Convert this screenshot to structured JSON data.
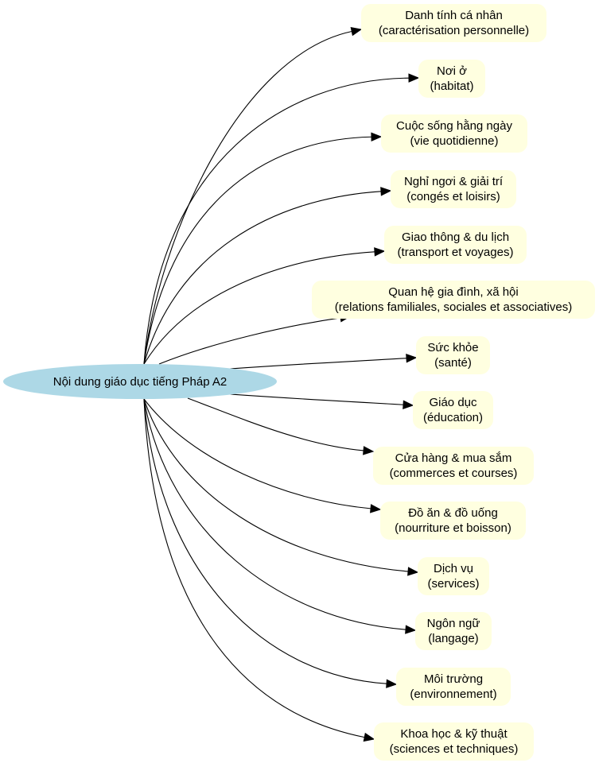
{
  "diagram": {
    "root": {
      "label": "Nội dung giáo dục tiếng Pháp A2",
      "color": "#add8e6"
    },
    "topic_color": "#ffffe0",
    "topics": [
      {
        "line1": "Danh tính cá nhân",
        "line2": "(caractérisation personnelle)"
      },
      {
        "line1": "Nơi ở",
        "line2": "(habitat)"
      },
      {
        "line1": "Cuộc sống hằng ngày",
        "line2": "(vie quotidienne)"
      },
      {
        "line1": "Nghỉ ngơi & giải trí",
        "line2": "(congés et loisirs)"
      },
      {
        "line1": "Giao thông & du lịch",
        "line2": "(transport et voyages)"
      },
      {
        "line1": "Quan hệ gia đình, xã hội",
        "line2": "(relations familiales, sociales et associatives)"
      },
      {
        "line1": "Sức khỏe",
        "line2": "(santé)"
      },
      {
        "line1": "Giáo dục",
        "line2": "(éducation)"
      },
      {
        "line1": "Cửa hàng & mua sắm",
        "line2": "(commerces et courses)"
      },
      {
        "line1": "Đồ ăn & đồ uống",
        "line2": "(nourriture et boisson)"
      },
      {
        "line1": "Dịch vụ",
        "line2": "(services)"
      },
      {
        "line1": "Ngôn ngữ",
        "line2": "(langage)"
      },
      {
        "line1": "Môi trường",
        "line2": "(environnement)"
      },
      {
        "line1": "Khoa học & kỹ thuật",
        "line2": "(sciences et techniques)"
      }
    ]
  }
}
